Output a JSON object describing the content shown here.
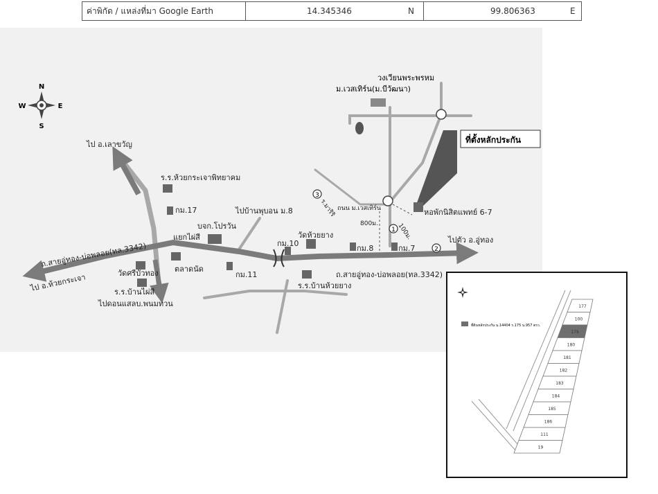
{
  "coord_header": {
    "label": "ค่าพิกัด / แหล่งที่มา Google Earth",
    "lat": "14.345346",
    "lat_dir": "N",
    "lon": "99.806363",
    "lon_dir": "E"
  },
  "compass": {
    "n": "N",
    "s": "S",
    "e": "E",
    "w": "W"
  },
  "map": {
    "to_lao_khwan": "ไป อ.เลาขวัญ",
    "school_huai_krachao": "ร.ร.ห้วยกระเจาพิทยาคม",
    "km17": "กม.17",
    "to_ban_phu_bon": "ไปบ้านพุบอน ม.8",
    "bjk_prawan": "บจก.โปรวัน",
    "yaek_phai_si": "แยกไผ่สี",
    "km10": "กม.10",
    "wat_huai_yang": "วัดห้วยยาง",
    "km8": "กม.8",
    "km7": "กม.7",
    "to_u_thong": "ไปตัว อ.อู่ทอง",
    "road_left": "ถ.สายอู่ทอง-บ่อพลอย(ทล.3342)",
    "road_right": "ถ.สายอู่ทอง-บ่อพลอย(ทล.3342)",
    "wat_si_bua_thong": "วัดศรีบัวทอง",
    "market": "ตลาดนัด",
    "km11": "กม.11",
    "school_ban_huai_yang": "ร.ร.บ้านห้วยยาง",
    "to_huai_krachao": "ไป อ.ห้วยกระเจา",
    "school_ban_phai_si": "ร.ร.บ้านไผ่สี",
    "to_khon_saep": "ไปดอนแสลบ.พนมทวน",
    "circle_brahma": "วงเวียนพระพรหม",
    "university": "ม.เวสเทิร์น(ม.บีวัฒนา)",
    "target_site": "ที่ตั้งหลักประกัน",
    "ror_mae_ri": "ร.มาริริ",
    "road_western": "ถนน ม.เวสเทิร์น",
    "dist_100": "100ม.",
    "dist_800": "800ม.",
    "dorm": "หอพักนิสิตแพทย์ 6-7",
    "marker_1": "1",
    "marker_2": "2",
    "marker_3": "3"
  },
  "inset": {
    "legend": "ที่ดินหลักประกัน น.14404 ร.175 น.957 ตรว.",
    "parcels": [
      "177",
      "100",
      "179",
      "180",
      "181",
      "182",
      "183",
      "184",
      "185",
      "186",
      "111",
      "19"
    ],
    "colors": {
      "highlight": "#6f6f6f",
      "pin": "#555555"
    }
  },
  "colors": {
    "road": "#a8a8a8",
    "arrow": "#7b7b7b",
    "target": "#555555",
    "map_bg": "#f1f1f1"
  }
}
